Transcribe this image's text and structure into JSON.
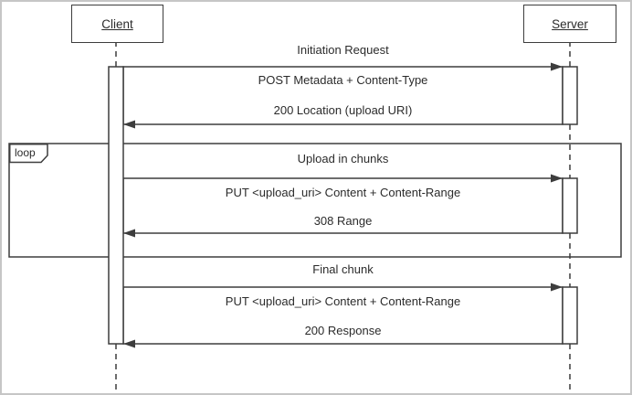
{
  "actors": {
    "client": "Client",
    "server": "Server"
  },
  "fragment": {
    "operator": "loop"
  },
  "exchanges": [
    {
      "label": "Initiation Request",
      "request": "POST Metadata + Content-Type",
      "response": "200 Location (upload URI)"
    },
    {
      "label": "Upload in chunks",
      "request": "PUT <upload_uri> Content + Content-Range",
      "response": "308 Range"
    },
    {
      "label": "Final chunk",
      "request": "PUT <upload_uri> Content + Content-Range",
      "response": "200 Response"
    }
  ],
  "colors": {
    "line": "#3d3d3d",
    "text": "#2b2b2b",
    "frame_border": "#c6c6c6",
    "background": "#ffffff"
  }
}
